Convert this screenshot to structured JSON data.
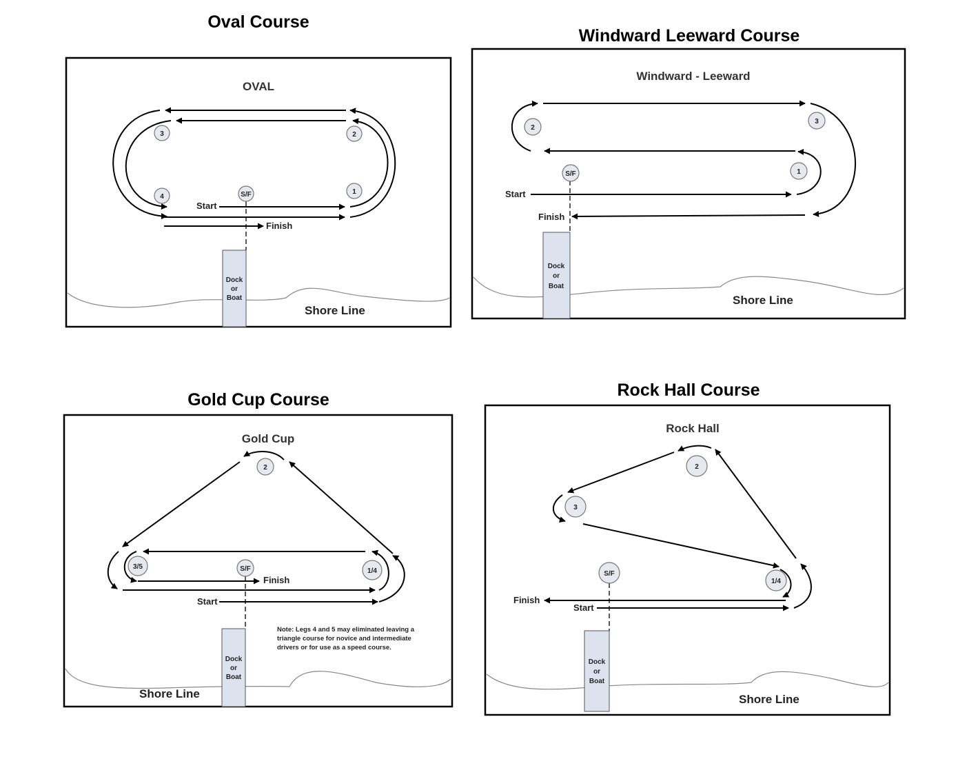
{
  "panels": {
    "oval": {
      "heading": "Oval Course",
      "subtitle": "OVAL",
      "buoys": [
        "3",
        "2",
        "4",
        "S/F",
        "1"
      ],
      "start": "Start",
      "finish": "Finish",
      "dock": [
        "Dock",
        "or",
        "Boat"
      ],
      "shore": "Shore Line"
    },
    "windward": {
      "heading": "Windward Leeward Course",
      "subtitle": "Windward - Leeward",
      "buoys": [
        "2",
        "3",
        "S/F",
        "1"
      ],
      "start": "Start",
      "finish": "Finish",
      "dock": [
        "Dock",
        "or",
        "Boat"
      ],
      "shore": "Shore Line"
    },
    "goldcup": {
      "heading": "Gold Cup Course",
      "subtitle": "Gold Cup",
      "buoys": [
        "2",
        "3/5",
        "S/F",
        "1/4"
      ],
      "start": "Start",
      "finish": "Finish",
      "dock": [
        "Dock",
        "or",
        "Boat"
      ],
      "shore": "Shore Line",
      "note": [
        "Note:  Legs 4 and 5 may eliminated leaving a",
        "triangle course for novice and intermediate",
        "drivers or for use as a speed course."
      ]
    },
    "rockhall": {
      "heading": "Rock Hall Course",
      "subtitle": "Rock Hall",
      "buoys": [
        "2",
        "3",
        "S/F",
        "1/4"
      ],
      "start": "Start",
      "finish": "Finish",
      "dock": [
        "Dock",
        "or",
        "Boat"
      ],
      "shore": "Shore Line"
    }
  }
}
